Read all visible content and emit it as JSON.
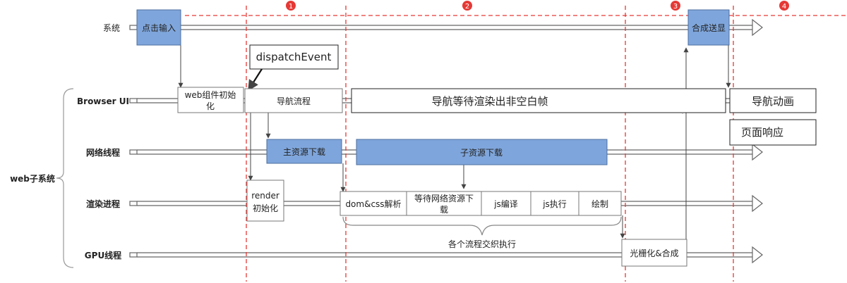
{
  "colors": {
    "blue_fill": "#7fa6dc",
    "blue_stroke": "#4d6f9f",
    "red": "#e53935",
    "lane_arrow": "#666666",
    "connector": "#444444",
    "box_stroke": "#777777"
  },
  "lanes": {
    "system": "系统",
    "browser_ui": "Browser UI",
    "network": "网络线程",
    "render": "渲染进程",
    "gpu": "GPU线程",
    "group": "web子系统"
  },
  "phases": [
    "1",
    "2",
    "3",
    "4"
  ],
  "boxes": {
    "click_input": "点击输入",
    "composite_display": "合成送显",
    "dispatch_event": "dispatchEvent",
    "web_component_init": [
      "web组件初始",
      "化"
    ],
    "navigation_flow": "导航流程",
    "nav_wait_nonblank": "导航等待渲染出非空白帧",
    "nav_animation": "导航动画",
    "page_response": "页面响应",
    "main_resource_download": "主资源下载",
    "sub_resource_download": "子资源下载",
    "render_init": [
      "render",
      "初始化"
    ],
    "dom_css_parse": "dom&css解析",
    "wait_network_resource": [
      "等待网络资源下",
      "载"
    ],
    "js_compile": "js编译",
    "js_execute": "js执行",
    "paint": "绘制",
    "rasterize_composite": "光栅化&合成"
  },
  "annotations": {
    "interleaved": "各个流程交织执行"
  }
}
